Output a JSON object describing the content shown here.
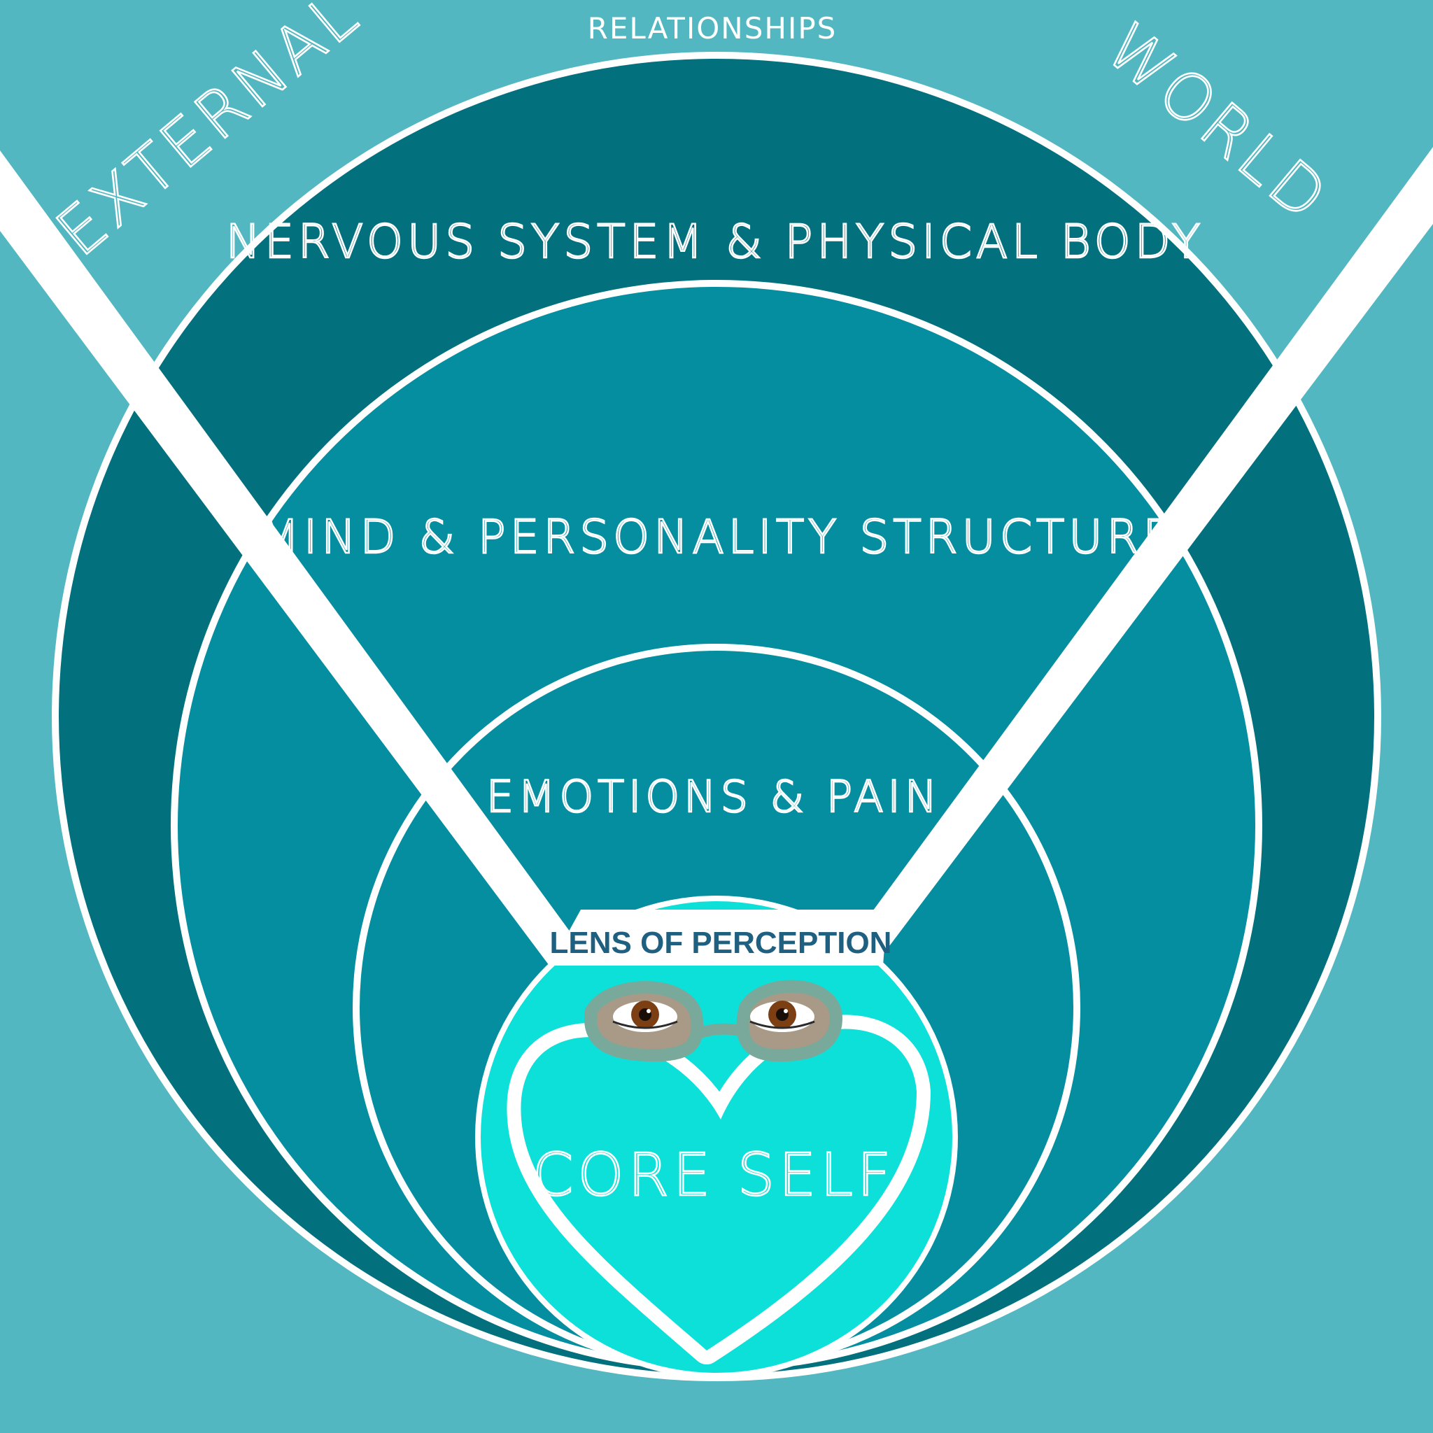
{
  "labels": {
    "relationships": "RELATIONSHIPS",
    "external": "EXTERNAL",
    "world": "WORLD",
    "nervous_system": "NERVOUS SYSTEM & PHYSICAL BODY",
    "mind": "MIND & PERSONALITY STRUCTURE",
    "emotions": "EMOTIONS & PAIN",
    "lens": "LENS OF PERCEPTION",
    "core": "CORE SELF"
  },
  "colors": {
    "background": "#52b7c0",
    "outer_ring": "#03707d",
    "middle_ring": "#048e9f",
    "inner_ring": "#048e9f",
    "core": "#0de0d8",
    "lines": "#ffffff",
    "lens_text": "#1f5f80",
    "glasses_frame": "#79a99b",
    "iris": "#7b3f13"
  },
  "icons": {
    "heart": "heart-icon",
    "glasses": "glasses-icon",
    "eyes": "eye-icon"
  }
}
